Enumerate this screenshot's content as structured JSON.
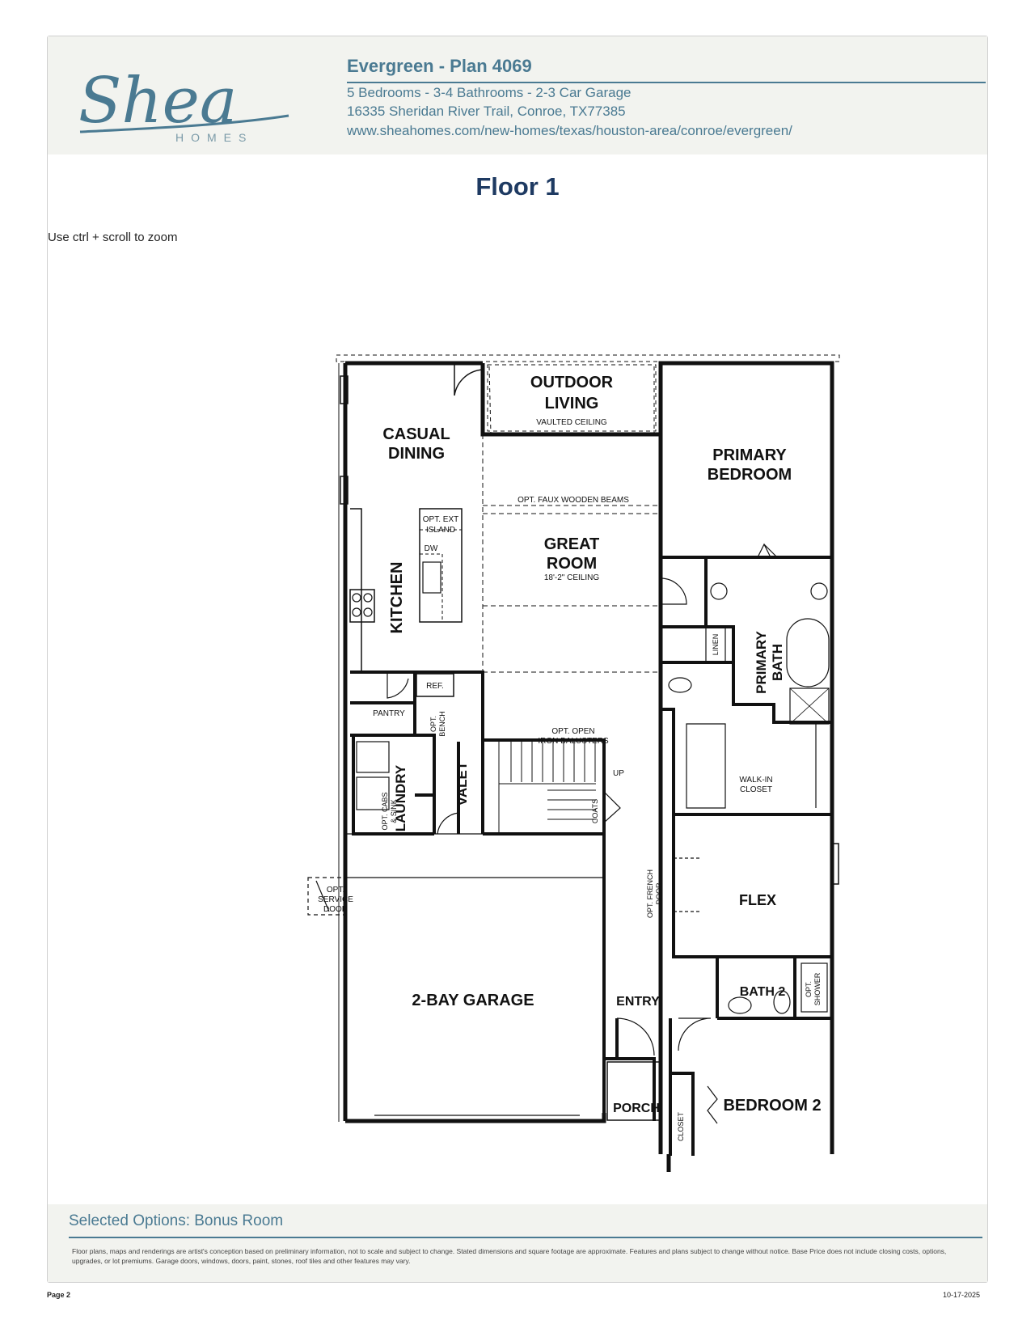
{
  "header": {
    "logo_text": "Shea",
    "logo_subtext": "HOMES",
    "plan_title": "Evergreen - Plan 4069",
    "specs": "5 Bedrooms - 3-4 Bathrooms - 2-3 Car Garage",
    "address": "16335 Sheridan River Trail, Conroe, TX77385",
    "url": "www.sheahomes.com/new-homes/texas/houston-area/conroe/evergreen/"
  },
  "floor_title": "Floor 1",
  "zoom_hint": "Use ctrl + scroll to zoom",
  "rooms": {
    "outdoor_living_1": "OUTDOOR",
    "outdoor_living_2": "LIVING",
    "vaulted_ceiling": "VAULTED CEILING",
    "casual_dining_1": "CASUAL",
    "casual_dining_2": "DINING",
    "primary_bedroom_1": "PRIMARY",
    "primary_bedroom_2": "BEDROOM",
    "faux_beams": "OPT. FAUX WOODEN BEAMS",
    "ext_island_1": "OPT. EXT",
    "ext_island_2": "ISLAND",
    "dw": "DW",
    "great_room_1": "GREAT",
    "great_room_2": "ROOM",
    "great_room_ceiling": "18'-2\" CEILING",
    "kitchen": "KITCHEN",
    "primary_bath_1": "PRIMARY",
    "primary_bath_2": "BATH",
    "linen": "LINEN",
    "ref": "REF.",
    "pantry": "PANTRY",
    "opt_bench_1": "OPT.",
    "opt_bench_2": "BENCH",
    "open_balusters_1": "OPT. OPEN",
    "open_balusters_2": "IRON BALUSTERS",
    "up": "UP",
    "walkin_1": "WALK-IN",
    "walkin_2": "CLOSET",
    "laundry": "LAUNDRY",
    "valet": "VALET",
    "opt_cabs_1": "OPT. CABS",
    "opt_cabs_2": "& SINK",
    "coats": "COATS",
    "french_door_1": "OPT. FRENCH",
    "french_door_2": "DOOR",
    "flex": "FLEX",
    "service_door_1": "OPT.",
    "service_door_2": "SERVICE",
    "service_door_3": "DOOR",
    "garage": "2-BAY GARAGE",
    "entry": "ENTRY",
    "bath2": "BATH 2",
    "opt_shower_1": "OPT.",
    "opt_shower_2": "SHOWER",
    "porch": "PORCH",
    "bedroom2": "BEDROOM 2",
    "closet": "CLOSET"
  },
  "footer": {
    "selected_options": "Selected Options: Bonus Room",
    "disclaimer": "Floor plans, maps and renderings are artist's conception based on preliminary information, not to scale and subject to change. Stated dimensions and square footage are approximate. Features and plans subject to change without notice. Base Price does not include closing costs, options, upgrades, or lot premiums. Garage doors, windows, doors, paint, stones, roof tiles and other features may vary.",
    "page": "Page 2",
    "date": "10-17-2025"
  }
}
